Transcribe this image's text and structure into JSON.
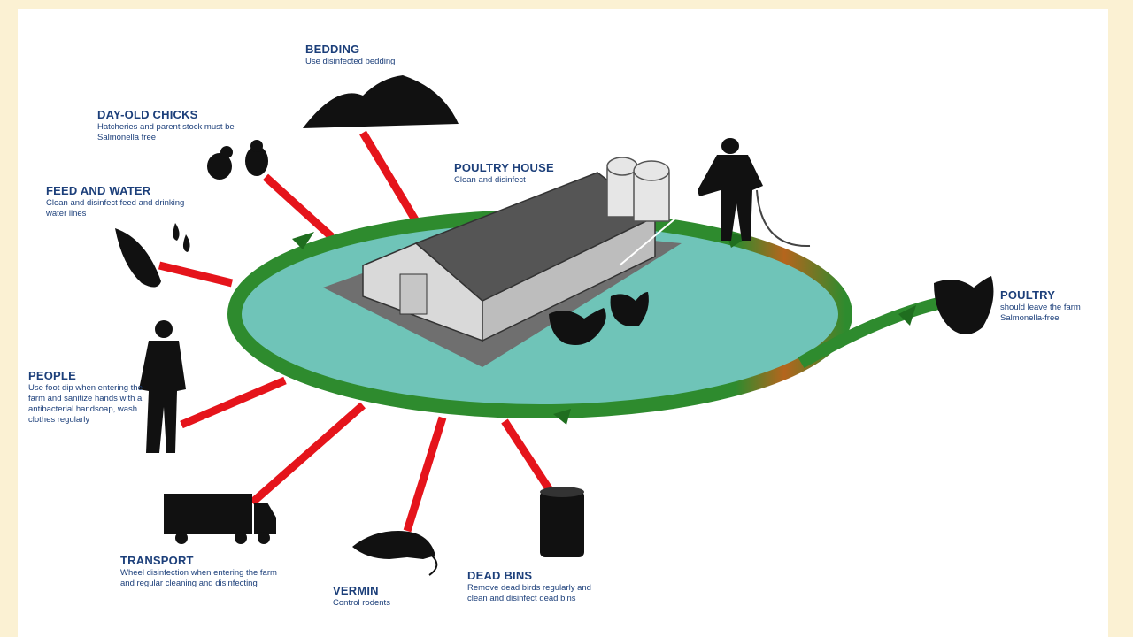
{
  "colors": {
    "page_background": "#fbf1d3",
    "panel": "#ffffff",
    "title_text": "#1c3f7a",
    "ring": "#2e8b2e",
    "pond": "#6fc4b8",
    "spokes": "#e5141b",
    "silhouettes": "#111111"
  },
  "labels": {
    "bedding": {
      "title": "BEDDING",
      "desc": "Use disinfected bedding"
    },
    "chicks": {
      "title": "DAY-OLD CHICKS",
      "desc": "Hatcheries and parent stock must be Salmonella free"
    },
    "feed": {
      "title": "FEED AND WATER",
      "desc": "Clean and disinfect feed and drinking water lines"
    },
    "house": {
      "title": "POULTRY HOUSE",
      "desc": "Clean and disinfect"
    },
    "poultry": {
      "title": "POULTRY",
      "desc": "should leave the farm Salmonella-free"
    },
    "people": {
      "title": "PEOPLE",
      "desc": "Use foot dip when entering the farm and sanitize hands with a antibacterial handsoap, wash clothes regularly"
    },
    "transport": {
      "title": "TRANSPORT",
      "desc": "Wheel disinfection when entering the farm and regular cleaning and disinfecting"
    },
    "vermin": {
      "title": "VERMIN",
      "desc": "Control rodents"
    },
    "deadbins": {
      "title": "DEAD BINS",
      "desc": "Remove dead birds regularly and clean and disinfect dead bins"
    }
  },
  "icons": [
    "bedding-pile-icon",
    "chick-icon",
    "feed-leaf-icon",
    "water-drops-icon",
    "person-icon",
    "truck-icon",
    "rat-icon",
    "barrel-icon",
    "worker-icon",
    "silo-icon",
    "hen-icon",
    "poultry-house-icon"
  ]
}
